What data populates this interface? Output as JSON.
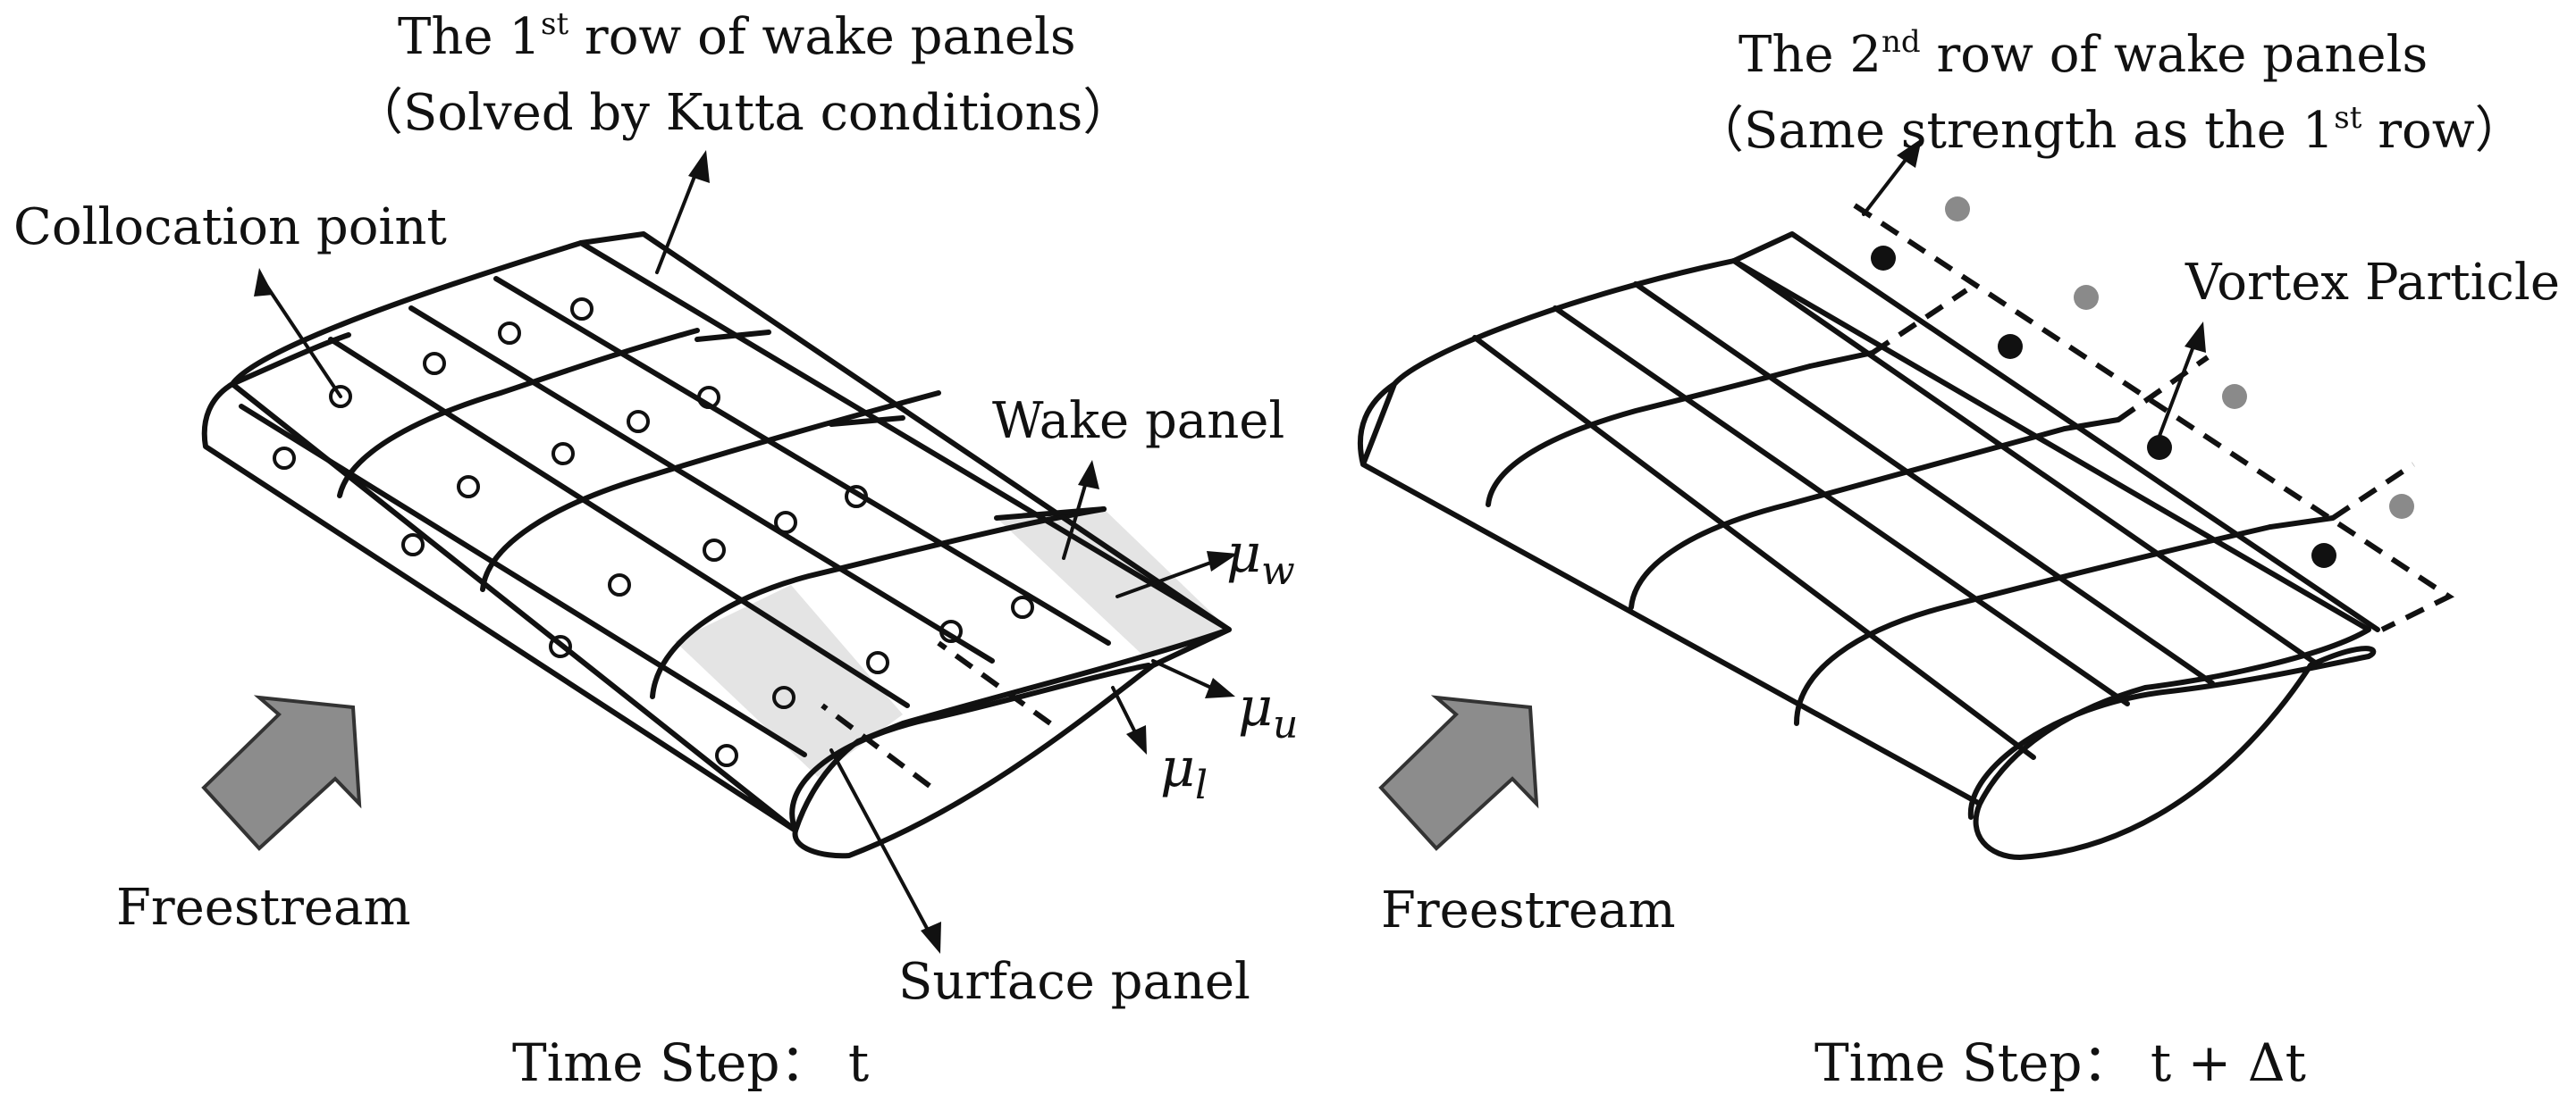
{
  "left": {
    "title_prefix": "The 1",
    "title_sup": "st",
    "title_suffix": " row of wake panels",
    "subtitle": "（Solved by Kutta conditions）",
    "collocation_label": "Collocation point",
    "wake_panel_label": "Wake panel",
    "surface_panel_label": "Surface panel",
    "freestream_label": "Freestream",
    "mu_w": "μ",
    "mu_w_sub": "w",
    "mu_u": "μ",
    "mu_u_sub": "u",
    "mu_l": "μ",
    "mu_l_sub": "l",
    "time_step": "Time Step： t"
  },
  "right": {
    "title_prefix": "The 2",
    "title_sup": "nd",
    "title_suffix": " row of wake panels",
    "subtitle_prefix": "（Same strength as the 1",
    "subtitle_sup": "st",
    "subtitle_suffix": " row）",
    "vortex_label": "Vortex Particle",
    "freestream_label": "Freestream",
    "time_step": "Time Step： t + Δt"
  },
  "colors": {
    "ink": "#111111",
    "shaded_panel": "#e4e4e4",
    "arrow_fill": "#8c8c8c",
    "grey_particle": "#8a8a8a",
    "black_particle": "#111111"
  }
}
